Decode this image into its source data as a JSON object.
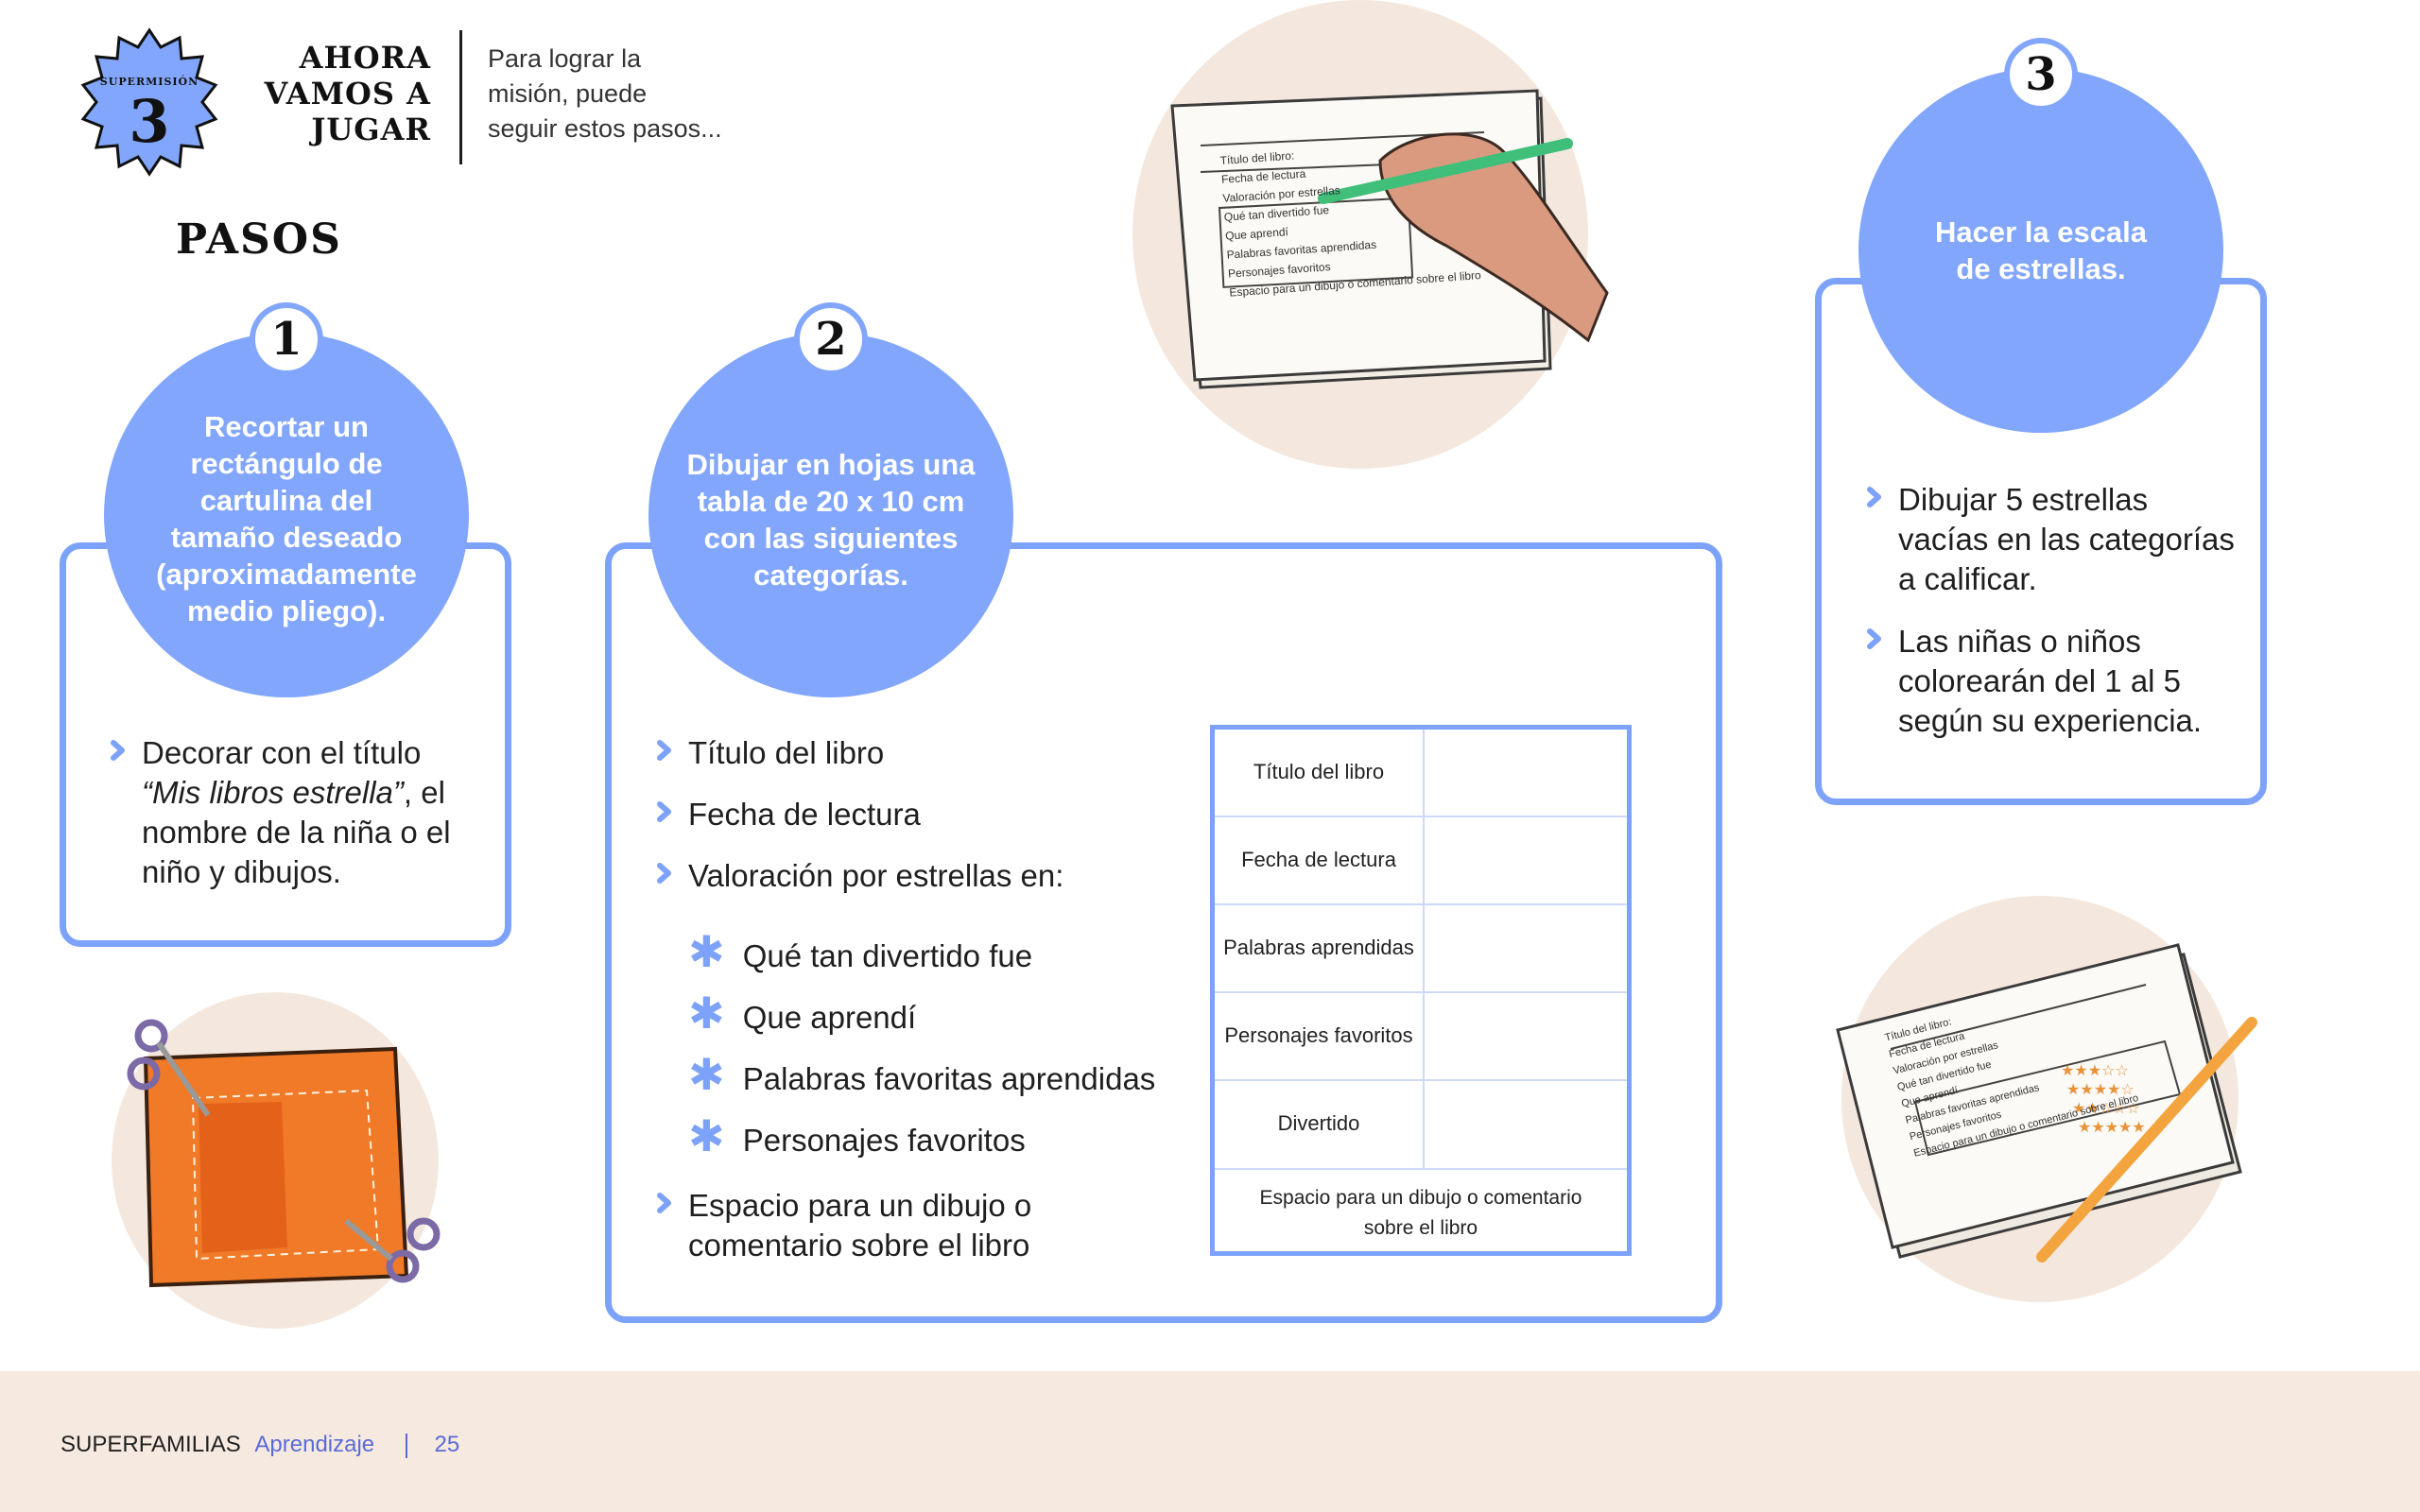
{
  "badge": {
    "label": "SUPERMISIÓN",
    "number": "3"
  },
  "header": {
    "title_line1": "AHORA",
    "title_line2": "VAMOS A",
    "title_line3": "JUGAR",
    "intro_line1": "Para lograr la",
    "intro_line2": "misión, puede",
    "intro_line3": "seguir estos pasos..."
  },
  "steps_heading": "PASOS",
  "step1": {
    "number": "1",
    "circle_lines": [
      "Recortar un",
      "rectángulo de",
      "cartulina del",
      "tamaño deseado",
      "(aproximadamente",
      "medio pliego)."
    ],
    "bullet_line1": "Decorar con el título",
    "bullet_italic": "“Mis libros estrella”",
    "bullet_line2_rest": ", el",
    "bullet_line3": "nombre de la niña o el",
    "bullet_line4": "niño y dibujos."
  },
  "step2": {
    "number": "2",
    "circle_lines": [
      "Dibujar en hojas una",
      "tabla de 20 x 10 cm",
      "con las siguientes",
      "categorías."
    ],
    "bullets": [
      "Título del libro",
      "Fecha de lectura",
      "Valoración por estrellas en:"
    ],
    "sub_items": [
      "Qué tan divertido fue",
      "Que aprendí",
      "Palabras favoritas aprendidas",
      "Personajes favoritos"
    ],
    "last_bullet_line1": "Espacio para un dibujo o",
    "last_bullet_line2": "comentario sobre el libro",
    "table": {
      "rows": [
        "Título del libro",
        "Fecha de lectura",
        "Palabras aprendidas",
        "Personajes favoritos",
        "Divertido"
      ],
      "last_line1": "Espacio para un dibujo o comentario",
      "last_line2": "sobre el libro"
    }
  },
  "step3": {
    "number": "3",
    "circle_line1": "Hacer la escala",
    "circle_line2": "de estrellas.",
    "bullet1_lines": [
      "Dibujar 5 estrellas",
      "vacías en las categorías",
      "a calificar."
    ],
    "bullet2_lines": [
      "Las niñas o niños",
      "colorearán del 1 al 5",
      "según su experiencia."
    ]
  },
  "sketch_top": {
    "rows": [
      "Título del libro:",
      "Fecha de lectura",
      "Valoración por estrellas",
      "Qué tan divertido fue",
      "Que aprendí",
      "Palabras favoritas aprendidas",
      "Personajes favoritos",
      "Espacio para un dibujo o comentario sobre el libro"
    ]
  },
  "sketch_bottom": {
    "rows": [
      "Título del libro:",
      "Fecha de lectura",
      "Valoración por estrellas",
      "Qué tan divertido fue",
      "Que aprendí",
      "Palabras favoritas aprendidas",
      "Personajes favoritos",
      "Espacio para un dibujo o comentario sobre el libro"
    ]
  },
  "footer": {
    "brand": "SUPERFAMILIAS",
    "section": "Aprendizaje",
    "page": "25"
  },
  "colors": {
    "accent": "#82a6fb",
    "border": "#7da2f9",
    "footer_bg": "#f6e9e0",
    "illus_bg": "#f4e8de",
    "footer_accent": "#5a6bd8"
  }
}
